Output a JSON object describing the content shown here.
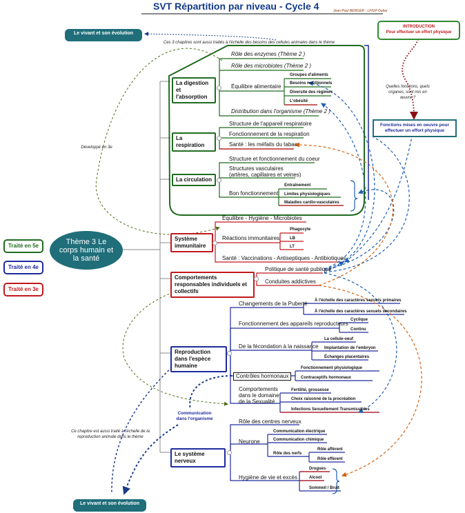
{
  "title": "SVT  Répartition par niveau - Cycle 4",
  "author": "Jean-Paul BERGER - LFIGP Dubai",
  "top_link": "Le vivant et son évolution",
  "bottom_link": "Le vivant et son évolution",
  "note_top": "Ces 3 chapitres sont aussi traités à l'échelle des besoins des cellules animales dans le thème",
  "note_develop": "Développé en 3e",
  "note_bottom": "Ce chapitre est aussi traité à l'échelle de la reproduction animale dans le thème",
  "intro_label": "INTRODUCTION",
  "intro_text": "Pour effectuer un effort physique",
  "question": "Quelles fonctions, quels organes, sont mis en œuvre ?",
  "fonctions": "Fonctions mises en oeuvre pour effectuer un effort physique",
  "communication": "Communication dans l'organisme",
  "theme": "Thème 3 Le corps humain et la santé",
  "legend": {
    "g": "Traité en 5e",
    "b": "Traité en 4e",
    "r": "Traité en 3e"
  },
  "colors": {
    "green": "#1f6b1f",
    "red": "#c0181d",
    "blue": "#1e2a9c",
    "teal": "#1f6e7a",
    "orange": "#d4620f"
  },
  "digestion": {
    "label": "La digestion et l'absorption",
    "items": [
      "Rôle des enzymes (Thème 2 )",
      "Rôle des microbiotes (Thème 2 )",
      "Équilibre alimentaire",
      "Distribution dans l'organisme (Thème 2 )"
    ],
    "sub": [
      "Groupes d'aliments",
      "Besoins nutritionnels",
      "Diversité des régimes",
      "L'obésité"
    ]
  },
  "respiration": {
    "label": "La respiration",
    "items": [
      "Structure de l'appareil respiratoire",
      "Fonctionnement de la respiration",
      "Santé : les méfaits du tabac"
    ]
  },
  "circulation": {
    "label": "La circulation",
    "items": [
      "Structure et fonctionnement du coeur",
      "Structures vasculaires",
      "(artères, capillaires et veines)",
      "Bon fonctionnement"
    ],
    "sub": [
      "Entraînement",
      "Limites physiologiques",
      "Maladies cardio-vasculaires"
    ]
  },
  "immunite": {
    "label": "Système immunitaire",
    "items": [
      "Équilibre - Hygiène - Microbiotes",
      "Réactions immunitaires",
      "Santé : Vaccinations - Antiseptiques - Antibiotiques"
    ],
    "sub": [
      "Phagocyte",
      "LB",
      "LT"
    ]
  },
  "comportements": {
    "label": "Comportements responsables individuels et collectifs",
    "items": [
      "Politique de santé publique",
      "Conduites addictives"
    ]
  },
  "reproduction": {
    "label": "Reproduction dans l'espèce humaine",
    "items": [
      "Changements de la Puberté",
      "Fonctionnement des appareils reproducteurs",
      "De la fécondation à la naissance",
      "Contrôles hormonaux",
      "Comportements",
      "dans le domaine",
      "de la Sexualité"
    ],
    "puberte": [
      "À l'échelle des caractères sexuels primaires",
      "À l'échelle des caractères sexuels secondaires"
    ],
    "fonct": [
      "Cyclique",
      "Continu"
    ],
    "fecond": [
      "La cellule-oeuf",
      "Implantation de l'embryon",
      "Échanges placentaires"
    ],
    "hormon": [
      "Fonctionnement physiologique",
      "Contraceptifs hormonaux"
    ],
    "sexu": [
      "Fertilité, grossesse",
      "Choix raisonné de la procréation",
      "Infections Sexuellement Transmissibles"
    ]
  },
  "nerveux": {
    "label": "Le système nerveux",
    "items": [
      "Rôle des centres nerveux",
      "Neurone",
      "Hygiène de vie et excès"
    ],
    "neurone": [
      "Communication électrique",
      "Communication chimique",
      "Rôle des nerfs"
    ],
    "nerfs": [
      "Rôle afférent",
      "Rôle efférent"
    ],
    "hygiene": [
      "Drogues",
      "Alcool",
      "Sommeil / Bruit"
    ]
  }
}
